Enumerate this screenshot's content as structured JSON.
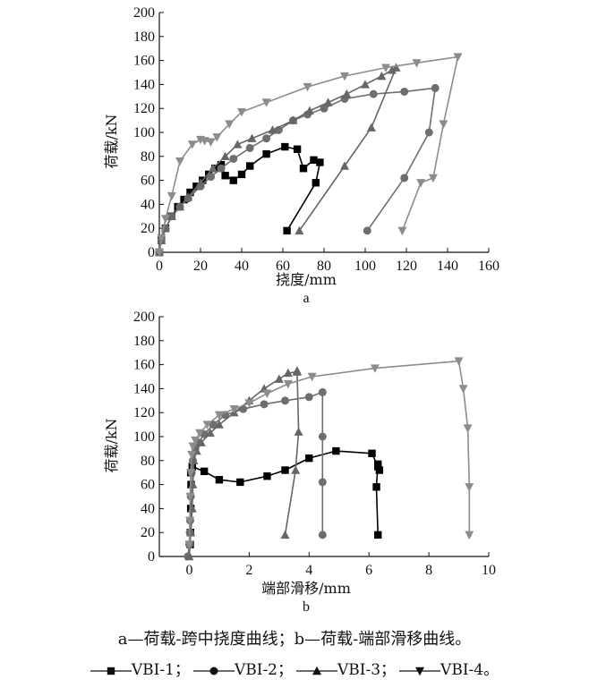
{
  "caption": "a—荷载-跨中挠度曲线；b—荷载-端部滑移曲线。",
  "legend": [
    {
      "name": "VBI-1",
      "marker": "square",
      "color": "#000000"
    },
    {
      "name": "VBI-2",
      "marker": "circle",
      "color": "#6e6e6e"
    },
    {
      "name": "VBI-3",
      "marker": "triangle-up",
      "color": "#666666"
    },
    {
      "name": "VBI-4",
      "marker": "triangle-down",
      "color": "#8c8c8c"
    }
  ],
  "chart_data": [
    {
      "type": "line",
      "panel_label": "a",
      "xlabel": "挠度/mm",
      "ylabel": "荷载/kN",
      "xlim": [
        0,
        160
      ],
      "ylim": [
        0,
        200
      ],
      "xticks": [
        0,
        20,
        40,
        60,
        80,
        100,
        120,
        140,
        160
      ],
      "yticks": [
        0,
        20,
        40,
        60,
        80,
        100,
        120,
        140,
        160,
        180,
        200
      ],
      "grid": false,
      "series": [
        {
          "name": "VBI-1",
          "x": [
            0,
            1,
            3,
            6,
            9,
            12,
            15,
            18,
            21,
            24,
            27,
            30,
            32,
            36,
            40,
            44,
            52,
            61,
            67,
            70,
            75,
            78,
            76,
            62
          ],
          "y": [
            0,
            10,
            20,
            30,
            38,
            44,
            50,
            55,
            60,
            65,
            70,
            73,
            64,
            60,
            65,
            72,
            82,
            88,
            86,
            70,
            77,
            75,
            58,
            18
          ]
        },
        {
          "name": "VBI-2",
          "x": [
            0,
            1,
            3,
            6,
            10,
            14,
            20,
            25,
            30,
            36,
            44,
            52,
            58,
            65,
            72,
            80,
            90,
            104,
            119,
            134,
            131,
            119,
            101
          ],
          "y": [
            0,
            10,
            20,
            30,
            38,
            45,
            55,
            63,
            70,
            78,
            87,
            95,
            102,
            110,
            115,
            120,
            128,
            132,
            134,
            137,
            100,
            62,
            18
          ]
        },
        {
          "name": "VBI-3",
          "x": [
            0,
            1,
            3,
            6,
            10,
            14,
            20,
            26,
            32,
            38,
            45,
            55,
            65,
            73,
            82,
            91,
            100,
            108,
            113,
            115,
            103,
            90,
            68
          ],
          "y": [
            0,
            10,
            20,
            30,
            38,
            46,
            58,
            70,
            80,
            90,
            95,
            102,
            110,
            118,
            125,
            132,
            140,
            147,
            152,
            154,
            104,
            72,
            18
          ]
        },
        {
          "name": "VBI-4",
          "x": [
            0,
            1,
            3,
            6,
            10,
            16,
            20,
            22,
            25,
            28,
            34,
            40,
            52,
            72,
            90,
            110,
            125,
            145,
            138,
            133,
            127,
            118
          ],
          "y": [
            0,
            12,
            28,
            47,
            76,
            90,
            94,
            93,
            92,
            96,
            107,
            117,
            125,
            138,
            147,
            154,
            158,
            163,
            107,
            62,
            58,
            18
          ]
        }
      ]
    },
    {
      "type": "line",
      "panel_label": "b",
      "xlabel": "端部滑移/mm",
      "ylabel": "荷载/kN",
      "xlim": [
        -1,
        10
      ],
      "ylim": [
        0,
        200
      ],
      "xticks": [
        0,
        2,
        4,
        6,
        8,
        10
      ],
      "yticks": [
        0,
        20,
        40,
        60,
        80,
        100,
        120,
        140,
        160,
        180,
        200
      ],
      "grid": false,
      "series": [
        {
          "name": "VBI-1",
          "x": [
            0.03,
            0.04,
            0.05,
            0.06,
            0.05,
            0.1,
            0.5,
            1.0,
            1.7,
            2.6,
            3.2,
            4.0,
            4.9,
            6.1,
            6.3,
            6.35,
            6.3,
            6.25,
            6.3
          ],
          "y": [
            10,
            20,
            40,
            60,
            70,
            75,
            71,
            64,
            62,
            67,
            72,
            82,
            88,
            86,
            75,
            72,
            77,
            58,
            18
          ]
        },
        {
          "name": "VBI-2",
          "x": [
            -0.05,
            0.0,
            0.02,
            0.03,
            0.05,
            0.08,
            0.12,
            0.2,
            0.3,
            0.5,
            0.8,
            1.2,
            1.8,
            2.5,
            3.2,
            4.0,
            4.45,
            4.45,
            4.45,
            4.45
          ],
          "y": [
            0,
            10,
            20,
            30,
            50,
            70,
            80,
            90,
            95,
            102,
            110,
            118,
            123,
            127,
            130,
            133,
            137,
            100,
            62,
            18
          ]
        },
        {
          "name": "VBI-3",
          "x": [
            0.0,
            0.05,
            0.1,
            0.12,
            0.15,
            0.25,
            0.4,
            0.7,
            1.0,
            1.5,
            2.0,
            2.5,
            3.0,
            3.3,
            3.6,
            3.6,
            3.65,
            3.55,
            3.2
          ],
          "y": [
            0,
            20,
            40,
            60,
            80,
            88,
            95,
            103,
            110,
            120,
            130,
            140,
            148,
            153,
            154,
            155,
            104,
            72,
            18
          ]
        },
        {
          "name": "VBI-4",
          "x": [
            0.0,
            0.02,
            0.03,
            0.05,
            0.08,
            0.12,
            0.2,
            0.35,
            0.6,
            1.0,
            1.5,
            2.0,
            2.6,
            3.3,
            4.1,
            6.2,
            9.0,
            9.15,
            9.3,
            9.35,
            9.35
          ],
          "y": [
            10,
            30,
            50,
            70,
            85,
            92,
            97,
            103,
            110,
            118,
            123,
            128,
            136,
            144,
            150,
            157,
            163,
            140,
            107,
            58,
            18
          ]
        }
      ]
    }
  ]
}
